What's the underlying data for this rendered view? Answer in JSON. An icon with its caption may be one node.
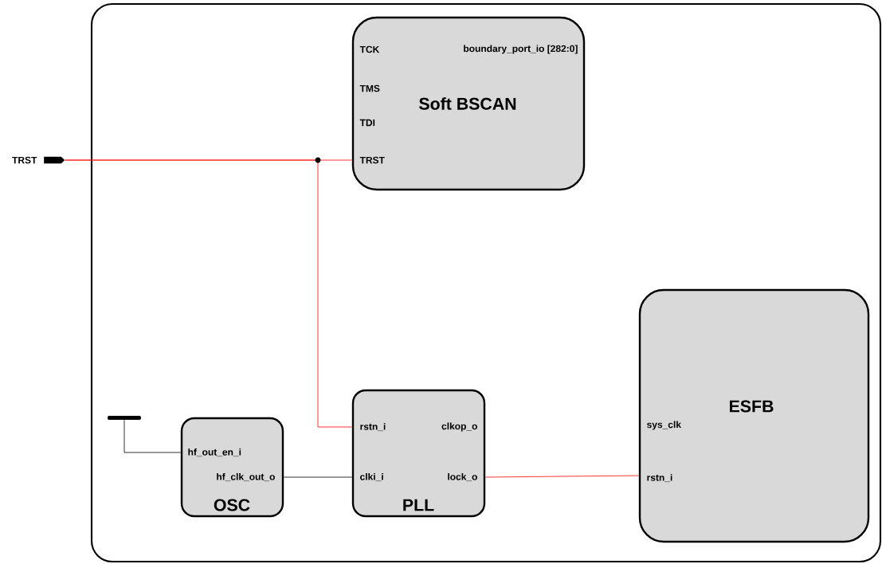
{
  "diagram": {
    "nodes": [
      {
        "text": [],
        "shape": "box"
      },
      {
        "text": [
          "TRST"
        ]
      },
      {
        "text": [
          "TCK",
          "boundary_port_io [282:0]",
          "TMS",
          "Soft BSCAN",
          "TDI",
          "TRST"
        ],
        "in": 0
      },
      {
        "text": [
          "ESFB",
          "sys_clk",
          "rstn_i"
        ],
        "in": 0
      },
      {
        "text": [],
        "shape": "bar",
        "in": 0
      },
      {
        "text": [
          "hf_out_en_i",
          "hf_clk_out_o",
          "OSC"
        ],
        "in": 0
      },
      {
        "text": [
          "rstn_i",
          "clkop_o",
          "clki_i",
          "lock_o",
          "PLL"
        ],
        "in": 0
      }
    ],
    "edges": [
      {
        "from": 1,
        "to": 2,
        "arrow": "none",
        "color": "#ff0000"
      },
      {
        "from": 1,
        "to": 6,
        "arrow": "none",
        "color": "#ff0000"
      },
      {
        "from": 4,
        "to": 5,
        "arrow": "none",
        "color": "#000000"
      },
      {
        "from": 5,
        "to": 6,
        "arrow": "none",
        "color": "#000000"
      },
      {
        "from": 6,
        "to": 3,
        "arrow": "none",
        "color": "#ff0000"
      }
    ]
  }
}
